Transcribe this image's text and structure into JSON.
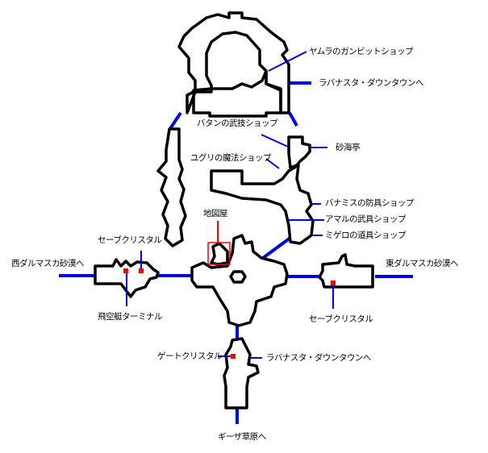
{
  "map_title": "",
  "colors": {
    "walls": "#000000",
    "connectors": "#0000ee",
    "crystals": "#ff0000",
    "highlight": "#ff0000"
  },
  "labels": {
    "yamura_gambit": "ヤムラのガンビットショップ",
    "downtown_north": "ラバナスタ・ダウンタウンへ",
    "batan_technick": "バタンの武技ショップ",
    "sandsea": "砂海亭",
    "yugri_magic": "ユグリの魔法ショップ",
    "banamis_armor": "バナミスの防具ショップ",
    "amal_weapon": "アマルの武具ショップ",
    "migelo_item": "ミゲロの道具ショップ",
    "map_shop": "地図屋",
    "save_crystal_west": "セーブクリスタル",
    "west_dalmasca": "西ダルマスカ砂漠へ",
    "aerodrome": "飛空艇ターミナル",
    "east_dalmasca": "東ダルマスカ砂漠へ",
    "save_crystal_east": "セーブクリスタル",
    "gate_crystal": "ゲートクリスタル",
    "downtown_south": "ラバナスタ・ダウンタウンへ",
    "giza_plains": "ギーザ草原へ"
  }
}
